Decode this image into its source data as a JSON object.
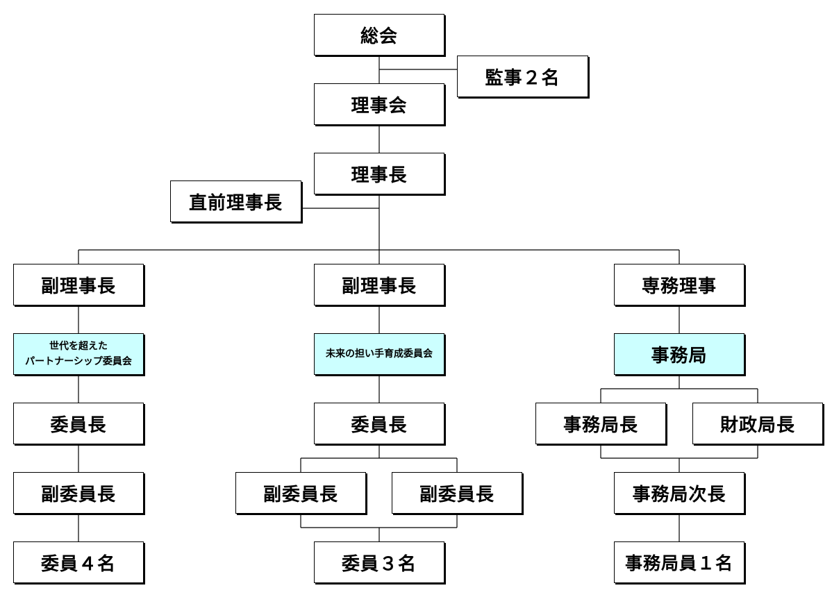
{
  "chart": {
    "general_assembly": "総会",
    "auditors": "監事２名",
    "board": "理事会",
    "chairman": "理事長",
    "past_chairman": "直前理事長",
    "left": {
      "vice_chairman": "副理事長",
      "committee_line1": "世代を超えた",
      "committee_line2": "パートナーシップ委員会",
      "chair": "委員長",
      "vice_chair": "副委員長",
      "members": "委員４名"
    },
    "center": {
      "vice_chairman": "副理事長",
      "committee": "未来の担い手育成委員会",
      "chair": "委員長",
      "vice_chair_a": "副委員長",
      "vice_chair_b": "副委員長",
      "members": "委員３名"
    },
    "right": {
      "executive_director": "専務理事",
      "secretariat": "事務局",
      "secretary_general": "事務局長",
      "finance_director": "財政局長",
      "deputy_secretary_general": "事務局次長",
      "staff": "事務局員１名"
    }
  },
  "colors": {
    "line": "#000000",
    "box_fill": "#ffffff",
    "highlight_fill": "#ccffff"
  }
}
